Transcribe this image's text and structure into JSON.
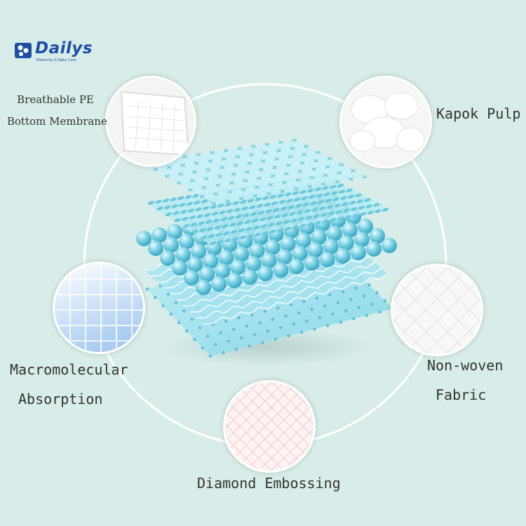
{
  "brand": {
    "name": "Dailys",
    "tagline": "Maternity & Baby Care",
    "color": "#1e4fa3"
  },
  "background_color": "#d8ede9",
  "layer_color": "#7fd2e4",
  "features": [
    {
      "id": "pe",
      "lines": [
        "Breathable PE",
        "Bottom Membrane"
      ]
    },
    {
      "id": "kapok",
      "lines": [
        "Kapok Pulp"
      ]
    },
    {
      "id": "polymer",
      "lines": [
        "Macromolecular",
        "Absorption"
      ]
    },
    {
      "id": "nonwoven",
      "lines": [
        "Non-woven",
        "Fabric"
      ]
    },
    {
      "id": "diamond",
      "lines": [
        "Diamond Embossing"
      ]
    }
  ]
}
